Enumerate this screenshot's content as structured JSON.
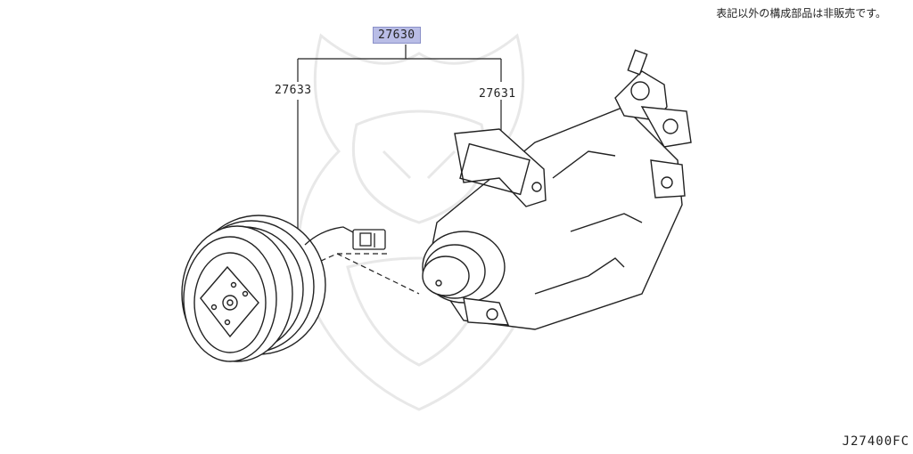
{
  "note": "表記以外の構成部品は非販売です。",
  "diagram_id": "J27400FC",
  "callouts": {
    "assembly": "27630",
    "clutch": "27633",
    "compressor": "27631"
  },
  "colors": {
    "highlight": "#b9bde6",
    "line": "#222222",
    "watermark": "#e6e6e6"
  }
}
